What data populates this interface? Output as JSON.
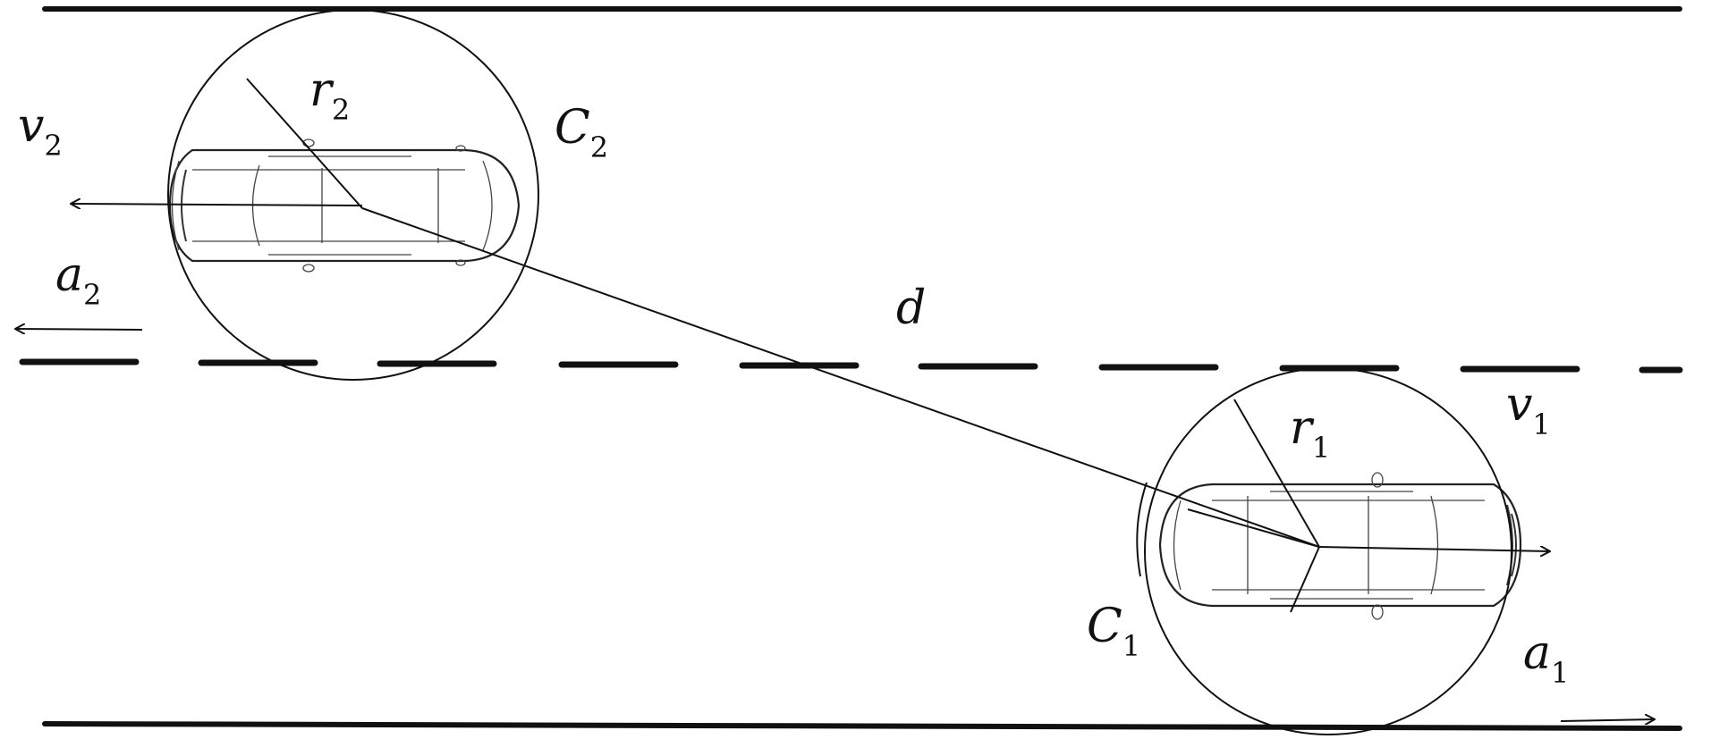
{
  "labels": {
    "v1": {
      "main": "v",
      "sub": "1"
    },
    "v2": {
      "main": "v",
      "sub": "2"
    },
    "a1": {
      "main": "a",
      "sub": "1"
    },
    "a2": {
      "main": "a",
      "sub": "2"
    },
    "r1": {
      "main": "r",
      "sub": "1"
    },
    "r2": {
      "main": "r",
      "sub": "2"
    },
    "c1": {
      "main": "C",
      "sub": "1"
    },
    "c2": {
      "main": "C",
      "sub": "2"
    },
    "d": "d"
  }
}
